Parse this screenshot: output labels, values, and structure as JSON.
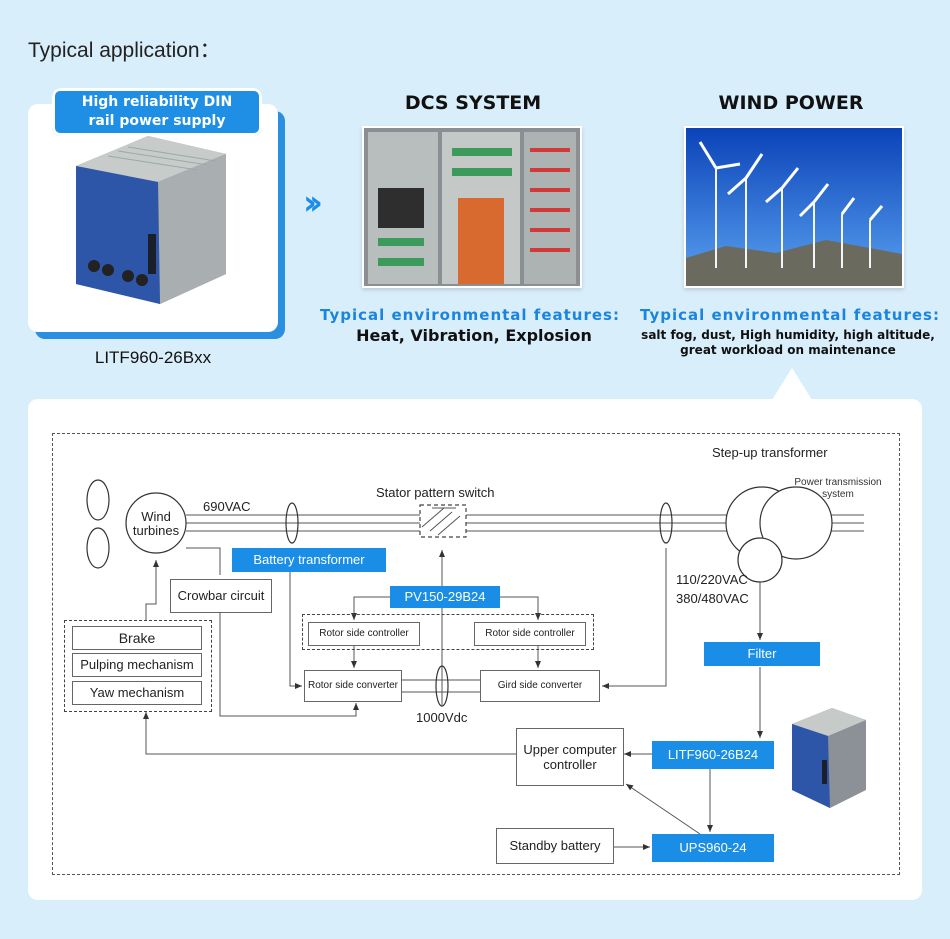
{
  "page": {
    "title": "Typical application："
  },
  "product": {
    "badge": "High reliability DIN rail power supply",
    "badge_line1": "High reliability DIN",
    "badge_line2": "rail power supply",
    "caption": "LITF960-26Bxx"
  },
  "separator_icon": "double-chevron-right-icon",
  "dcs": {
    "title": "DCS SYSTEM",
    "feature_title": "Typical environmental features:",
    "feature_text": "Heat, Vibration, Explosion"
  },
  "wind": {
    "title": "WIND POWER",
    "feature_title": "Typical environmental features:",
    "feature_line1": "salt fog, dust, High humidity, high altitude,",
    "feature_line2": "great workload on maintenance"
  },
  "diagram": {
    "wind_turbines_line1": "Wind",
    "wind_turbines_line2": "turbines",
    "v690": "690VAC",
    "stator_switch": "Stator pattern switch",
    "stepup": "Step-up transformer",
    "power_tx_line1": "Power transmission",
    "power_tx_line2": "system",
    "battery_transformer": "Battery transformer",
    "crowbar": "Crowbar circuit",
    "pv": "PV150-29B24",
    "rotor_ctrl_1": "Rotor side controller",
    "rotor_ctrl_2": "Rotor side controller",
    "brake": "Brake",
    "pulping": "Pulping mechanism",
    "yaw": "Yaw mechanism",
    "rotor_conv": "Rotor side converter",
    "grid_conv": "Gird side converter",
    "vdc": "1000Vdc",
    "v110": "110/220VAC",
    "v380": "380/480VAC",
    "filter": "Filter",
    "upper_line1": "Upper computer",
    "upper_line2": "controller",
    "litf": "LITF960-26B24",
    "standby": "Standby battery",
    "ups": "UPS960-24"
  },
  "colors": {
    "accent": "#1a8ee6",
    "background": "#d9eefb",
    "feature_blue": "#1a85e0"
  }
}
